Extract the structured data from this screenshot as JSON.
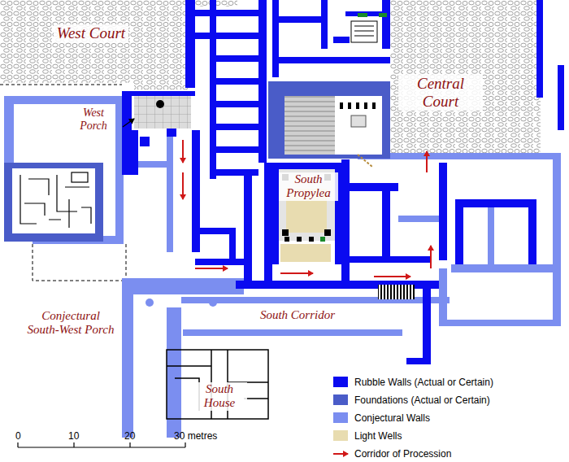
{
  "diagram": {
    "labels": [
      "West Court",
      "West Porch",
      "Central Court",
      "South Propylea",
      "Conjectural South-West Porch",
      "South Corridor",
      "South House",
      "0",
      "10",
      "20",
      "30 metres"
    ],
    "legend": [
      {
        "text": "Rubble Walls (Actual or Certain)",
        "color": "#0a0af0"
      },
      {
        "text": "Foundations (Actual or Certain)",
        "color": "#4a5cc8"
      },
      {
        "text": "Conjectural Walls",
        "color": "#7b8ef0"
      },
      {
        "text": "Light Wells",
        "color": "#e8dcb0"
      },
      {
        "text": "Corridor of Procession"
      }
    ]
  }
}
